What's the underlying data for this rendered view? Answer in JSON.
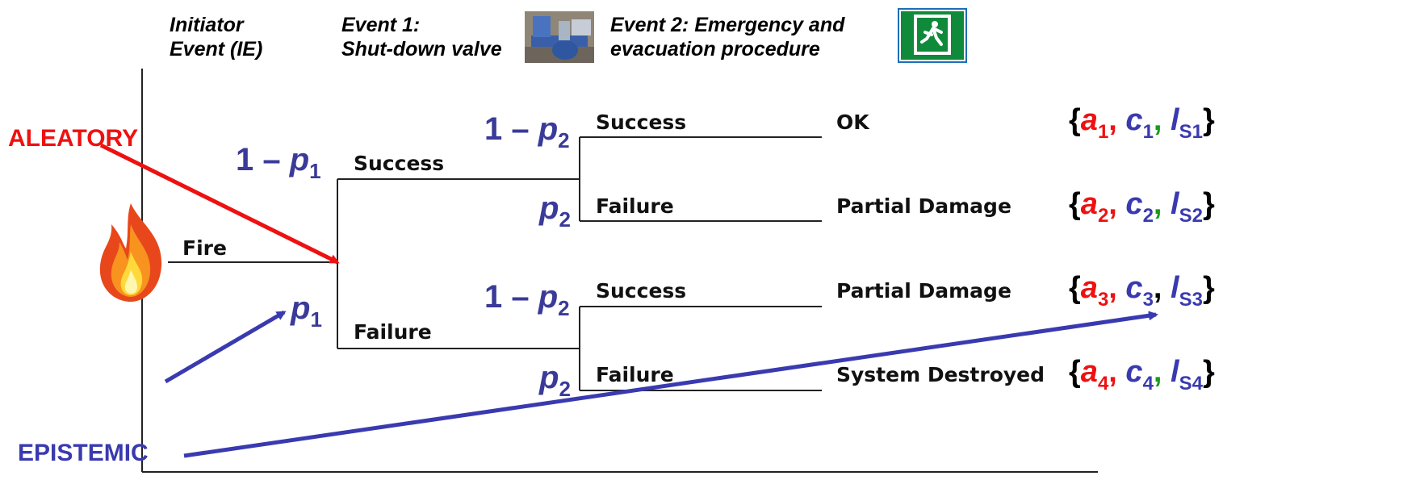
{
  "headers": {
    "ie": [
      "Initiator",
      "Event (IE)"
    ],
    "event1": [
      "Event 1:",
      "Shut-down valve"
    ],
    "event2": [
      "Event 2: Emergency and",
      "evacuation procedure"
    ]
  },
  "labels": {
    "aleatory": "ALEATORY",
    "epistemic": "EPISTEMIC",
    "fire": "Fire",
    "success": "Success",
    "failure": "Failure"
  },
  "probabilities": {
    "one_minus": "1 – ",
    "p": "p",
    "sub1": "1",
    "sub2": "2"
  },
  "outcomes": [
    "OK",
    "Partial Damage",
    "Partial Damage",
    "System Destroyed"
  ],
  "outcome_sets": [
    {
      "a": "1",
      "c": "1",
      "l": "S1"
    },
    {
      "a": "2",
      "c": "2",
      "l": "S2"
    },
    {
      "a": "3",
      "c": "3",
      "l": "S3"
    },
    {
      "a": "4",
      "c": "4",
      "l": "S4"
    }
  ],
  "set_glyphs": {
    "open": "{",
    "close": "}",
    "a": "a",
    "c": "c",
    "l": "l",
    "comma": ","
  },
  "colors": {
    "aleatory": "#ee1111",
    "epistemic": "#3a3ab0",
    "probability": "#3a3a99",
    "green": "#1a9a1a"
  },
  "icons": [
    "fire-icon",
    "valve-photo",
    "emergency-exit-icon"
  ]
}
